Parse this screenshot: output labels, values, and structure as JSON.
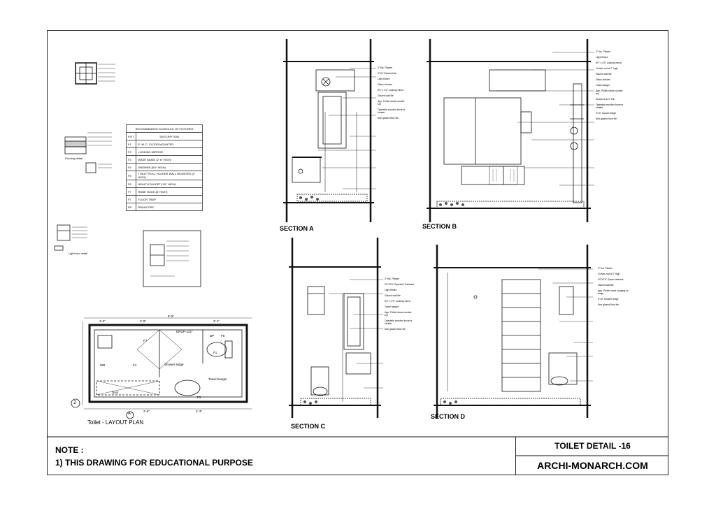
{
  "schedule": {
    "title": "RECOMMENDED SCHEDULE OF FIXTURES",
    "col_fixt": "FIXT.",
    "col_desc": "DESCRIPTION",
    "rows": [
      {
        "code": "F1",
        "desc": "E. W. C. FLOOR MOUNTED"
      },
      {
        "code": "F2",
        "desc": "LOOKING MIRROR"
      },
      {
        "code": "F3",
        "desc": "WASH BASIN (2' 6\" HIGH)"
      },
      {
        "code": "F4",
        "desc": "SHOWER (6'6\" HIGH)"
      },
      {
        "code": "F5",
        "desc": "TOILET ROLL HOLDER WALL MOUNTED (2' HIGH)"
      },
      {
        "code": "F6",
        "desc": "HEALTH FAUCET (1'6\" HIGH)"
      },
      {
        "code": "F7",
        "desc": "ROBE HOOK (6' HIGH)"
      },
      {
        "code": "FT",
        "desc": "FLOOR TRAP"
      },
      {
        "code": "DP",
        "desc": "DRAIN PIPE"
      }
    ]
  },
  "details": {
    "flooring": "Flooring detail",
    "light_box": "Light box detail"
  },
  "plan": {
    "circle_a": "A",
    "circle_2": "2",
    "title": "Toilet - LAYOUT PLAN",
    "dims_top": [
      "1'-6\"",
      "2'-9\"",
      "3'-1\"",
      "6'-5\""
    ],
    "dims_bottom": [
      "2'-9\"",
      "4'-3\""
    ],
    "labels": [
      "DROP=1/2\"",
      "F7",
      "F1",
      "F3",
      "F4",
      "F6",
      "DP",
      "WB",
      "Shower ledge",
      "Towel hanger",
      "Duct"
    ]
  },
  "sections": {
    "a": "SECTION A",
    "b": "SECTION B",
    "c": "SECTION C",
    "d": "SECTION D"
  },
  "annotations": {
    "a": [
      "3\" thk. Plaster",
      "6\"X6\" Exhaust fan",
      "Light fixture",
      "Glass shelves",
      "6'0\" x 4'0\" Looking mirror",
      "Glazed wall tile",
      "App. Polish stone counter top",
      "Operable wooden louver's shutter",
      "Non glazed floor tile"
    ],
    "b": [
      "3\" thk. Plaster",
      "Light fixture",
      "6'0\" x 4'0\" Looking mirror",
      "Curtain rod at 7' high",
      "Glazed wall tile",
      "Glass shelves",
      "Towel hanger",
      "App. Polish stone counter top",
      "Drawer's at 3\" thk.",
      "Operable wooden louver's shutter",
      "3\"x3\" shower ledge",
      "Non glazed floor tile"
    ],
    "c": [
      "3\" thk. Plaster",
      "2'0\"x2'6\" Operable Cabinets",
      "Light fixture",
      "Glazed wall tile",
      "6'0\" x 4'0\" Looking mirror",
      "Towel hanger",
      "App. Polish stone counter top",
      "Operable wooden louver's shutter",
      "Non glazed floor tile"
    ],
    "d": [
      "3\" thk. Plaster",
      "Curtain rod at 7' high",
      "2'0\"x2'6\" Gyser cabinets",
      "Glazed wall tile",
      "App. Polish stone copping on ledge",
      "3\"x3\" Shower ledge",
      "Non glazed floor tile"
    ]
  },
  "footer": {
    "note_title": "NOTE :",
    "note_line": "1) THIS DRAWING FOR EDUCATIONAL PURPOSE",
    "sheet_title": "TOILET DETAIL -16",
    "site": "ARCHI-MONARCH.COM"
  }
}
